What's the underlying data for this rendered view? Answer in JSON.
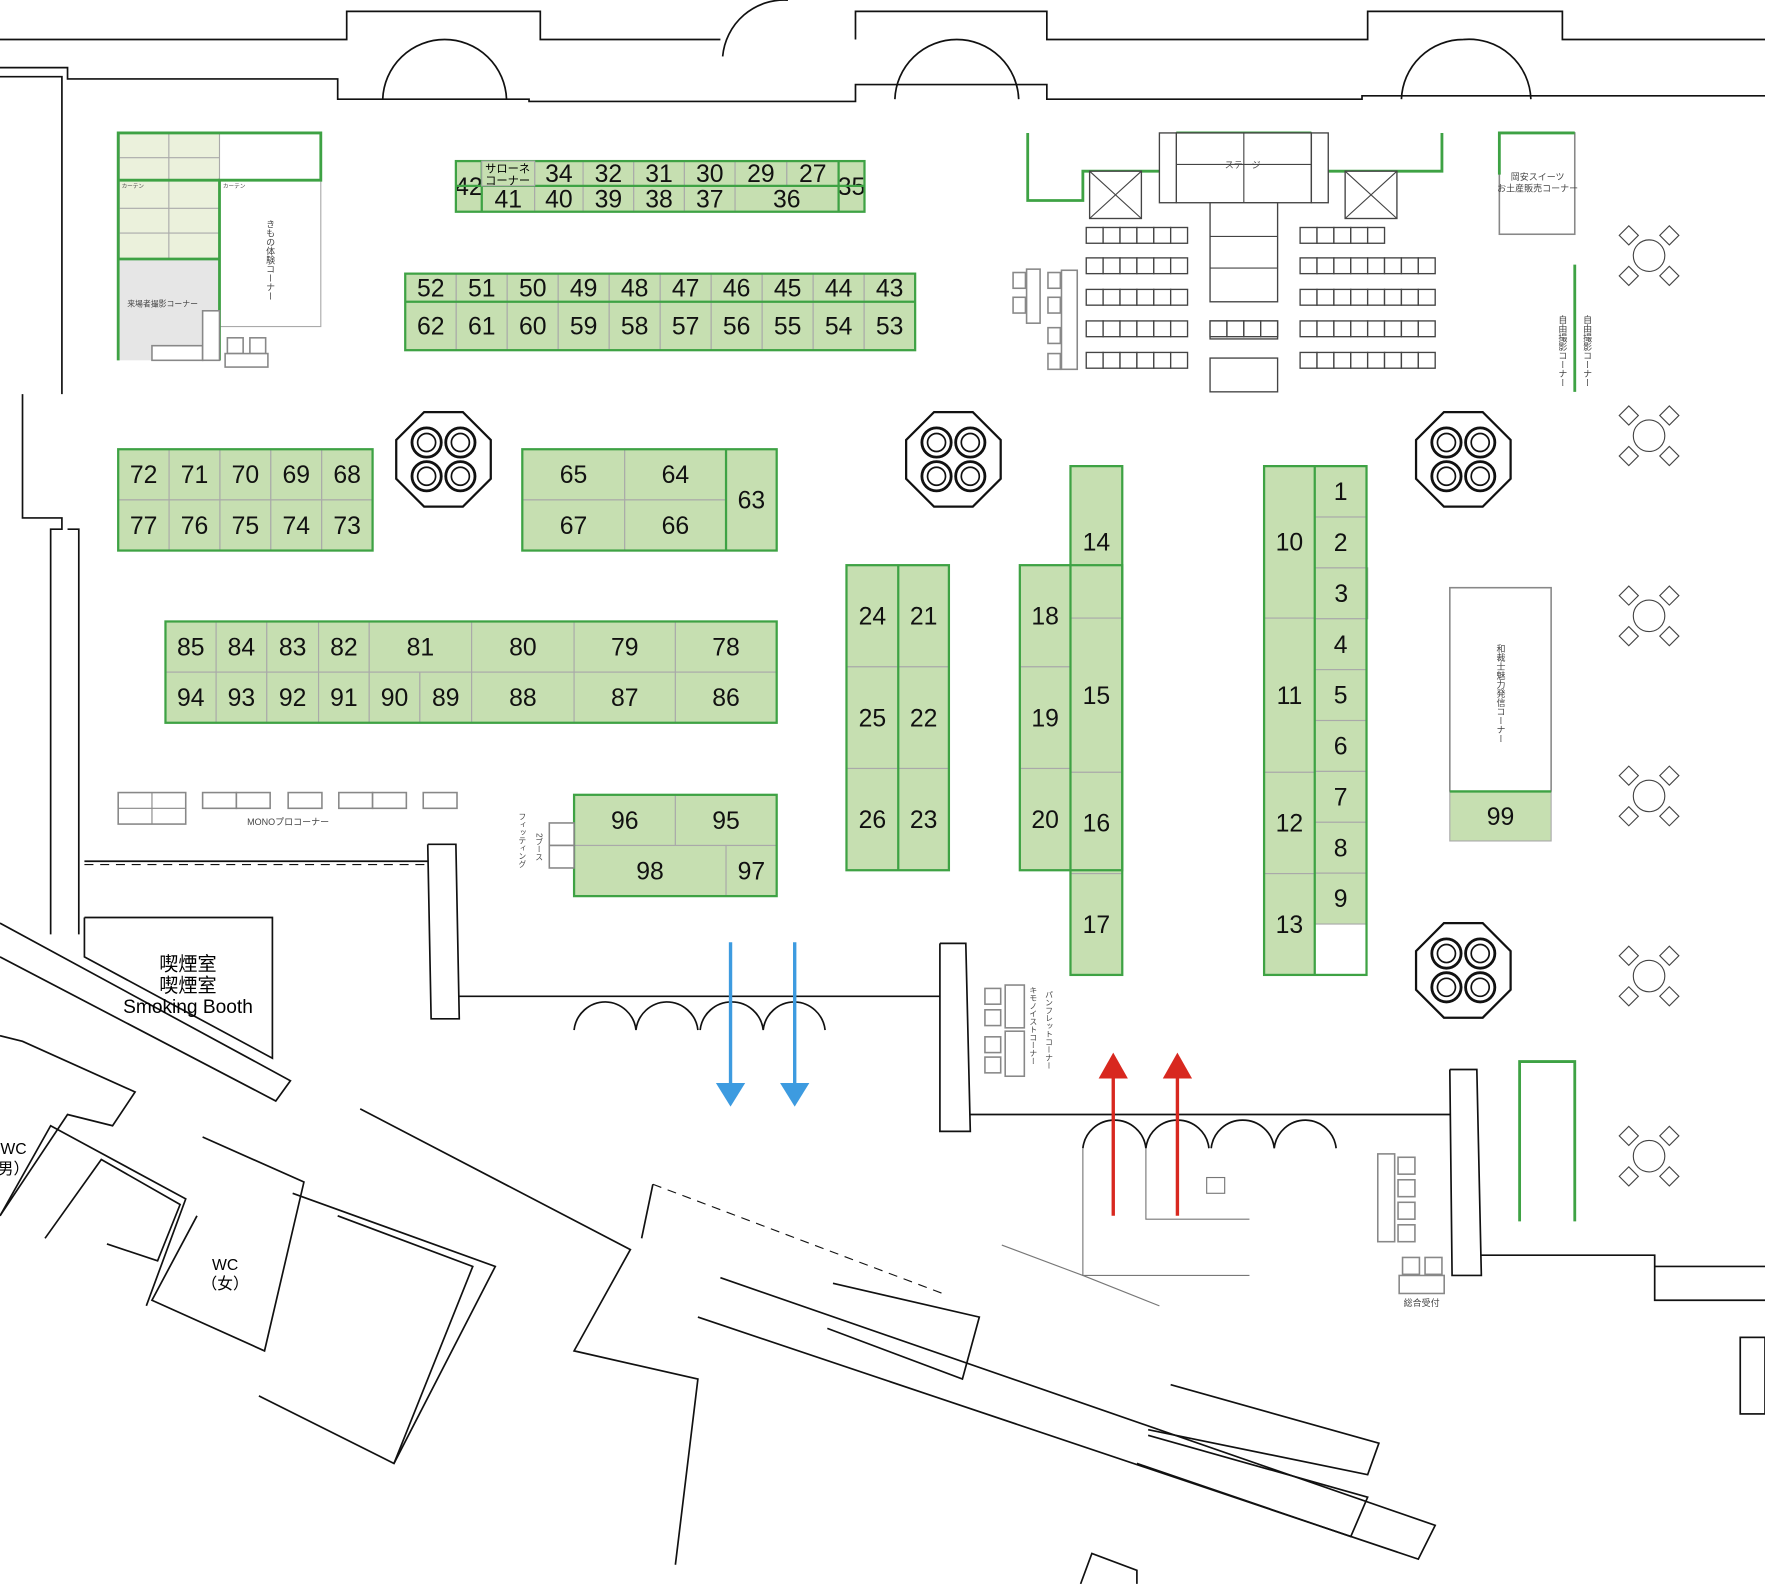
{
  "booths": [
    "1",
    "2",
    "3",
    "4",
    "5",
    "6",
    "7",
    "8",
    "9",
    "10",
    "11",
    "12",
    "13",
    "14",
    "15",
    "16",
    "17",
    "18",
    "19",
    "20",
    "21",
    "22",
    "23",
    "24",
    "25",
    "26",
    "27",
    "29",
    "30",
    "31",
    "32",
    "34",
    "35",
    "36",
    "37",
    "38",
    "39",
    "40",
    "41",
    "42",
    "43",
    "44",
    "45",
    "46",
    "47",
    "48",
    "49",
    "50",
    "51",
    "52",
    "53",
    "54",
    "55",
    "56",
    "57",
    "58",
    "59",
    "60",
    "61",
    "62",
    "63",
    "64",
    "65",
    "66",
    "67",
    "68",
    "69",
    "70",
    "71",
    "72",
    "73",
    "74",
    "75",
    "76",
    "77",
    "78",
    "79",
    "80",
    "81",
    "82",
    "83",
    "84",
    "85",
    "86",
    "87",
    "88",
    "89",
    "90",
    "91",
    "92",
    "93",
    "94",
    "95",
    "96",
    "97",
    "98",
    "99"
  ],
  "labels": {
    "salone_1": "サローネ",
    "salone_2": "コーナー",
    "curtain": "カーテン",
    "kimono_experience": "きもの体験コーナー",
    "visitor_photo": "来場者撮影コーナー",
    "stage": "ステージ",
    "okayasu_1": "岡安スイーツ",
    "okayasu_2": "お土産販売コーナー",
    "free_photo": "自由撮影コーナー",
    "wasaishi": "和裁士魅力発信コーナー",
    "mono_pro": "MONOプロコーナー",
    "fitting_1": "フィッティング",
    "fitting_2": "2ブース",
    "kimonoist": "キモノイストコーナー",
    "pamphlet": "パンフレットコーナー",
    "reception": "総合受付",
    "smoking_1": "喫煙室",
    "smoking_2": "喫煙室",
    "smoking_en": "Smoking Booth",
    "wc_men_1": "WC",
    "wc_men_2": "男）",
    "wc_women_1": "WC",
    "wc_women_2": "（女）"
  },
  "colors": {
    "booth": "#c6dfb1",
    "border": "#3ea244",
    "exit_arrow": "#3d9be0",
    "entry_arrow": "#d8281f"
  }
}
